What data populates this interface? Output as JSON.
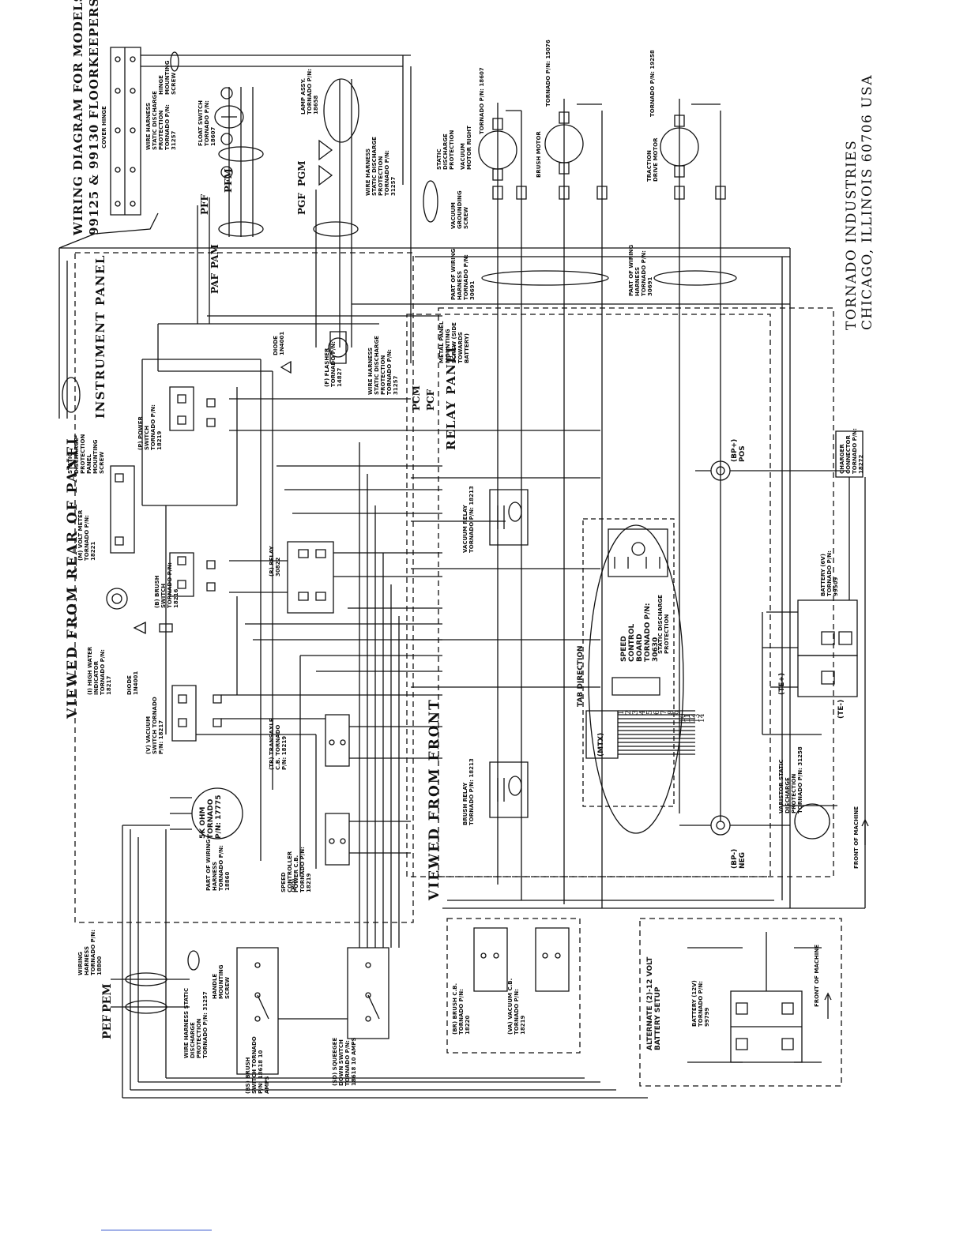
{
  "title": {
    "line1": "WIRING DIAGRAM FOR MODELS®",
    "line2": "99125 & 99130 FLOORKEEPERS®"
  },
  "company": {
    "name": "TORNADO INDUSTRIES",
    "address": "CHICAGO, ILLINOIS 60706 USA"
  },
  "views": {
    "rear": "VIEWED FROM REAR OF PANEL",
    "front": "VIEWED FROM FRONT"
  },
  "panels": {
    "instrument": "INSTRUMENT PANEL",
    "relay": "RELAY PANEL"
  },
  "connectors": {
    "pfm": "PFM",
    "pff": "PFF",
    "pgf": "PGF",
    "pgm": "PGM",
    "paf": "PAF",
    "pam": "PAM",
    "pcm": "PCM",
    "pcf": "PCF",
    "pef": "PEF",
    "pem": "PEM"
  },
  "hinge": {
    "cover_hinge": "COVER HINGE",
    "hinge_screw": "HINGE MOUNTING SCREW",
    "harness_protection": "WIRE HARNESS STATIC DISCHARGE PROTECTION TORNADO P/N: 31257"
  },
  "components": {
    "float_switch": "FLOAT SWITCH TORNADO P/N: 18607",
    "lamp_assy": "LAMP ASSY. TORNADO P/N: 18658",
    "harness_protection_2": "WIRE HARNESS STATIC DISCHARGE PROTECTION TORNADO P/N: 31257",
    "static_discharge": "STATIC DISCHARGE PROTECTION",
    "vacuum_ground": "VACUUM GROUNDING SCREW",
    "vacuum_motor_right": "VACUUM MOTOR RIGHT",
    "vacuum_pn": "TORNADO P/N: 18607",
    "brush_motor": "BRUSH MOTOR",
    "brush_pn": "TORNADO P/N: 15076",
    "traction_motor": "TRACTION DRIVE MOTOR",
    "traction_pn": "TORNADO P/N: 19258",
    "wiring_harness_part": "PART OF WIRING HARNESS TORNADO P/N: 30691",
    "diode": "DIODE 1N4001",
    "flasher": "(F) FLASHER TORNADO P/N: 14827",
    "metal_panel": "METAL PANEL MOUNTING SCREW (SIDE TOWARDS BATTERY)",
    "panel_screw": "STATIC DISCHARGE PROTECTION PANEL MOUNTING SCREW",
    "volt_meter": "(M) VOLT METER TORNADO P/N: 18221",
    "power_switch": "(P) POWER SWITCH TORNADO P/N: 18219",
    "brush_switch": "(B) BRUSH SWITCH TORNADO P/N: 18216",
    "relay_r": "(R) RELAY 30822",
    "high_water": "(I) HIGH WATER INDICATOR TORNADO P/N: 18217",
    "diode_2": "DIODE 1N4001",
    "vacuum_switch": "(V) VACUUM SWITCH TORNADO P/N: 18217",
    "transaxle_cb": "(TR) TRANSAXLE C.B. TORNADO P/N: 18219",
    "pot_5k": "5K OHM TORNADO P/N: 17775",
    "pot_harness": "PART OF WIRING HARNESS TORNADO P/N: 18860",
    "speed_controller_cb": "SPEED CONTROLLER POWER C.B. TORNADO P/N: 18219",
    "speed_controller_cb_tag": "(PO)",
    "vacuum_relay": "VACUUM RELAY TORNADO P/N: 18213",
    "brush_relay": "BRUSH RELAY TORNADO P/N: 18213",
    "speed_control_board": "SPEED CONTROL BOARD TORNADO P/N: 30630",
    "speed_static": "STATIC DISCHARGE PROTECTION",
    "tab_direction": "TAB DIRECTION",
    "mtx": "(MTX)",
    "charger": "CHARGER CONNECTOR TORNADO P/N: 18272",
    "battery_6v": "BATTERY (6V) TORNADO P/N: 99509",
    "pos": "(BP+) POS",
    "neg": "(BP-) NEG",
    "varistor": "VARISTOR STATIC DISCHARGE PROTECTION TORNADO P/N: 31258",
    "front_machine": "FRONT OF MACHINE",
    "te_plus": "(TE+)",
    "te_minus": "(TE-)",
    "wiring_harness_1": "WIRING HARNESS TORNADO P/N: 18800",
    "harness_protection_3": "WIRE HARNESS STATIC DISCHARGE PROTECTION TORNADO P/N: 31257",
    "handle_screw": "HANDLE MOUNTING SCREW",
    "brush_switch_bs": "(BS) BRUSH SWITCH TORNADO P/N: 18618 10 AMPS",
    "squeegee_switch": "(SD) SQUEEGEE DOWN SWITCH TORNADO P/N: 18618 10 AMPS",
    "brush_cb": "(BR) BRUSH C.B. TORNADO P/N: 18220",
    "vacuum_cb": "(VA) VACUUM C.B. TORNADO P/N: 18219",
    "alt_battery": "ALTERNATE (2)-12 VOLT BATTERY SETUP",
    "battery_12v": "BATTERY (12V) TORNADO P/N: 99799",
    "front_machine_2": "FRONT OF MACHINE"
  },
  "tab_numbers": [
    "1",
    "2",
    "3",
    "4",
    "5",
    "6",
    "7",
    "8",
    "9",
    "10",
    "11",
    "12",
    "13",
    "14"
  ],
  "colors": {
    "ink": "#111111",
    "paper": "#ffffff",
    "link": "#3355cc"
  }
}
